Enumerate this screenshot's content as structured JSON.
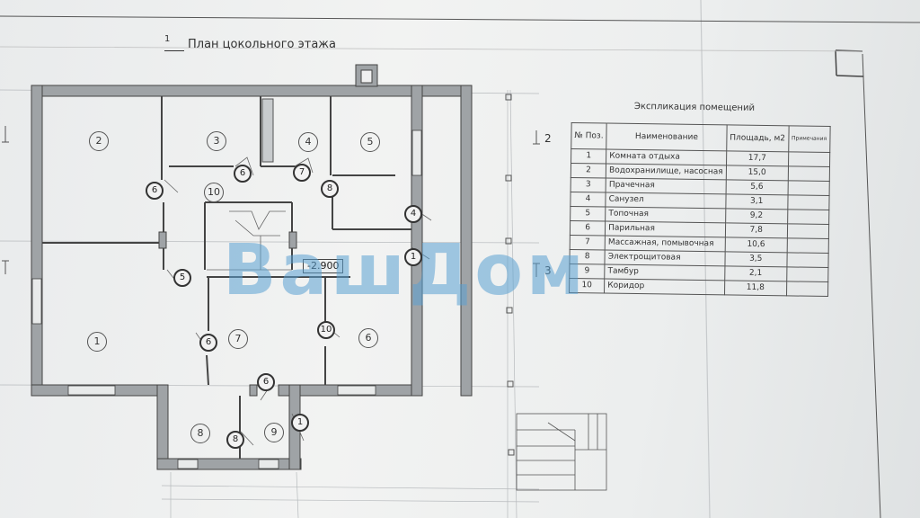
{
  "drawing": {
    "sheet_number": "1",
    "title": "План цокольного этажа",
    "level_mark": "-2.900",
    "axis_labels": [
      "2",
      "3"
    ],
    "room_numbers": [
      {
        "id": "r2",
        "label": "2"
      },
      {
        "id": "r3",
        "label": "3"
      },
      {
        "id": "r4",
        "label": "4"
      },
      {
        "id": "r5",
        "label": "5"
      },
      {
        "id": "r10",
        "label": "10"
      },
      {
        "id": "r1",
        "label": "1"
      },
      {
        "id": "r7",
        "label": "7"
      },
      {
        "id": "r6",
        "label": "6"
      },
      {
        "id": "r8",
        "label": "8"
      },
      {
        "id": "r9",
        "label": "9"
      }
    ],
    "door_markers": [
      {
        "id": "d6a",
        "label": "6"
      },
      {
        "id": "d7a",
        "label": "7"
      },
      {
        "id": "d6b",
        "label": "6"
      },
      {
        "id": "d8a",
        "label": "8"
      },
      {
        "id": "d4",
        "label": "4"
      },
      {
        "id": "d1a",
        "label": "1"
      },
      {
        "id": "d5",
        "label": "5"
      },
      {
        "id": "d6c",
        "label": "6"
      },
      {
        "id": "d10",
        "label": "10"
      },
      {
        "id": "d6d",
        "label": "6"
      },
      {
        "id": "d8b",
        "label": "8"
      },
      {
        "id": "d1b",
        "label": "1"
      }
    ]
  },
  "explication": {
    "caption": "Экспликация помещений",
    "headers": {
      "num": "№ Поз.",
      "name": "Наименование",
      "area": "Площадь, м2",
      "note": "Примечания"
    },
    "rows": [
      {
        "num": "1",
        "name": "Комната отдыха",
        "area": "17,7"
      },
      {
        "num": "2",
        "name": "Водохранилище, насосная",
        "area": "15,0"
      },
      {
        "num": "3",
        "name": "Прачечная",
        "area": "5,6"
      },
      {
        "num": "4",
        "name": "Санузел",
        "area": "3,1"
      },
      {
        "num": "5",
        "name": "Топочная",
        "area": "9,2"
      },
      {
        "num": "6",
        "name": "Парильная",
        "area": "7,8"
      },
      {
        "num": "7",
        "name": "Массажная, помывочная",
        "area": "10,6"
      },
      {
        "num": "8",
        "name": "Электрощитовая",
        "area": "3,5"
      },
      {
        "num": "9",
        "name": "Тамбур",
        "area": "2,1"
      },
      {
        "num": "10",
        "name": "Коридор",
        "area": "11,8"
      }
    ]
  },
  "watermark": {
    "text": "ВашДом"
  }
}
